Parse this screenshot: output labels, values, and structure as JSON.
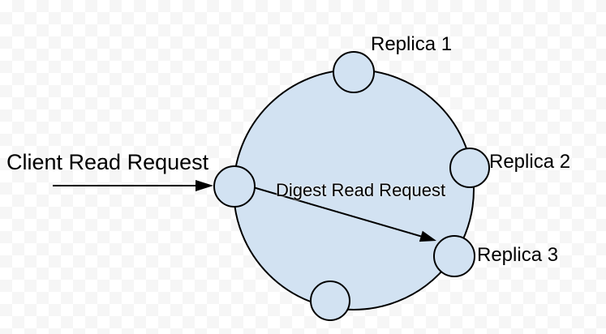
{
  "diagram": {
    "nodes": {
      "replica_1": {
        "label": "Replica 1"
      },
      "replica_2": {
        "label": "Replica 2"
      },
      "replica_3": {
        "label": "Replica 3"
      }
    },
    "arrows": {
      "client_read": {
        "label": "Client Read Request"
      },
      "digest_read": {
        "label": "Digest Read Request"
      }
    },
    "colors": {
      "node_fill": "#d2e2f2",
      "outline": "#000000",
      "text": "#000000",
      "checker_light": "#ffffff",
      "checker_dark": "#f6f6f6"
    }
  }
}
